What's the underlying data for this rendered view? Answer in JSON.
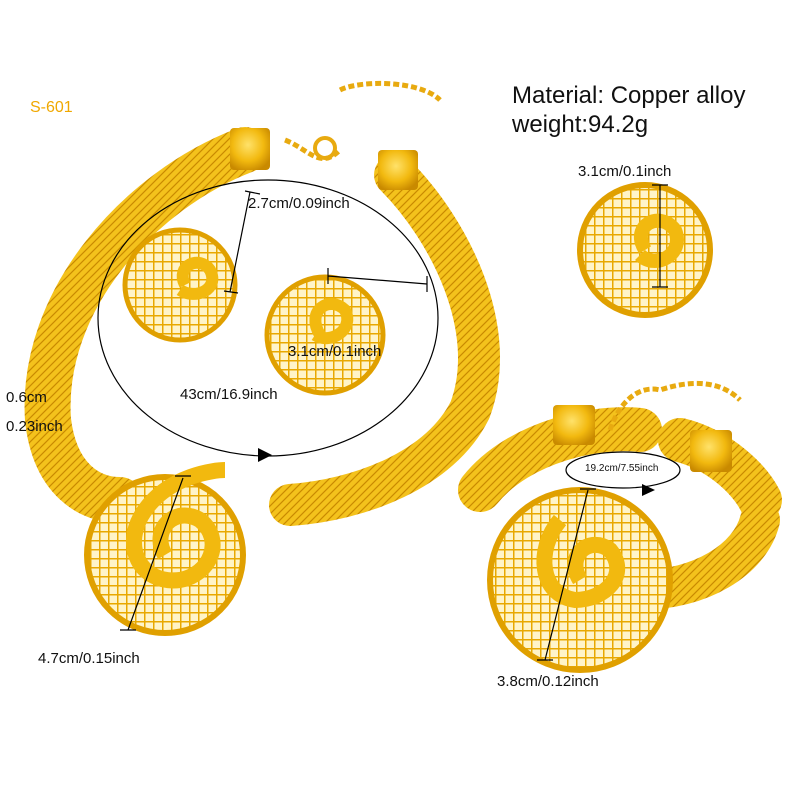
{
  "product": {
    "sku": "S-601",
    "material": "Material: Copper alloy",
    "weight": "weight:94.2g"
  },
  "dimensions": {
    "earring_small": "2.7cm/0.09inch",
    "earring_large": "3.1cm/0.1inch",
    "necklace_length": "43cm/16.9inch",
    "band_width_cm": "0.6cm",
    "band_width_inch": "0.23inch",
    "necklace_pendant": "4.7cm/0.15inch",
    "ring": "3.1cm/0.1inch",
    "bracelet_length": "19.2cm/7.55inch",
    "bracelet_pendant": "3.8cm/0.12inch"
  },
  "colors": {
    "gold": "#f2b90f",
    "gold_dark": "#c98a00",
    "sku": "#f0a800"
  }
}
